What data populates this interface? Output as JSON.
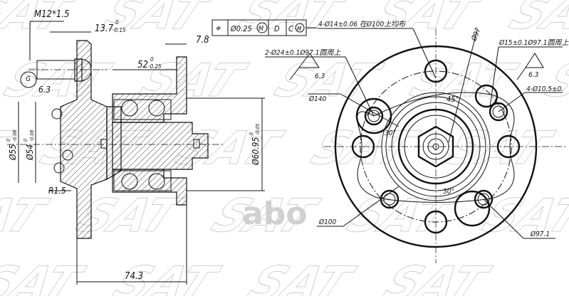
{
  "watermark": {
    "brand": "SAT",
    "registered": "®",
    "logo_text": "abo",
    "logo_color": "#d0d0d0"
  },
  "side_view": {
    "thread": "M12*1.5",
    "flange_width": "13.7",
    "flange_width_tol_upper": "0",
    "flange_width_tol_lower": "-0.15",
    "flange_offset": "7.8",
    "length_52": "52",
    "length_52_tol_upper": "0",
    "length_52_tol_lower": "-0.25",
    "roughness": "6.3",
    "dia_55": "Ø55",
    "dia_55_tol_upper": "0",
    "dia_55_tol_lower": "-0.08",
    "dia_54": "Ø54",
    "dia_54_tol_upper": "0",
    "dia_54_tol_lower": "-0.08",
    "radius": "R1.5",
    "dia_6095": "Ø60.95",
    "dia_6095_tol_upper": "0",
    "dia_6095_tol_lower": "-0.05",
    "overall_length": "74.3",
    "datum_g": "G"
  },
  "gdt_frame": {
    "symbol": "⌖",
    "tolerance": "Ø0.25",
    "modifier": "M",
    "datum1": "D",
    "datum2": "C",
    "datum2_modifier": "M"
  },
  "front_view": {
    "holes_14": "4-Ø14±0.06 在Ø100上均布",
    "holes_24": "2-Ø24±0.1Ø97.1圆周上",
    "roughness_left": "6.3",
    "dia_140": "Ø140",
    "dia_97": "Ø97",
    "holes_15": "Ø15±0.1Ø97.1圆周上",
    "roughness_right": "6.3",
    "holes_105": "4-Ø10.5±0.",
    "angle_45": "45°",
    "angle_30a": "30°",
    "angle_30b": "30°",
    "dia_100": "Ø100",
    "dia_971": "Ø97.1"
  }
}
